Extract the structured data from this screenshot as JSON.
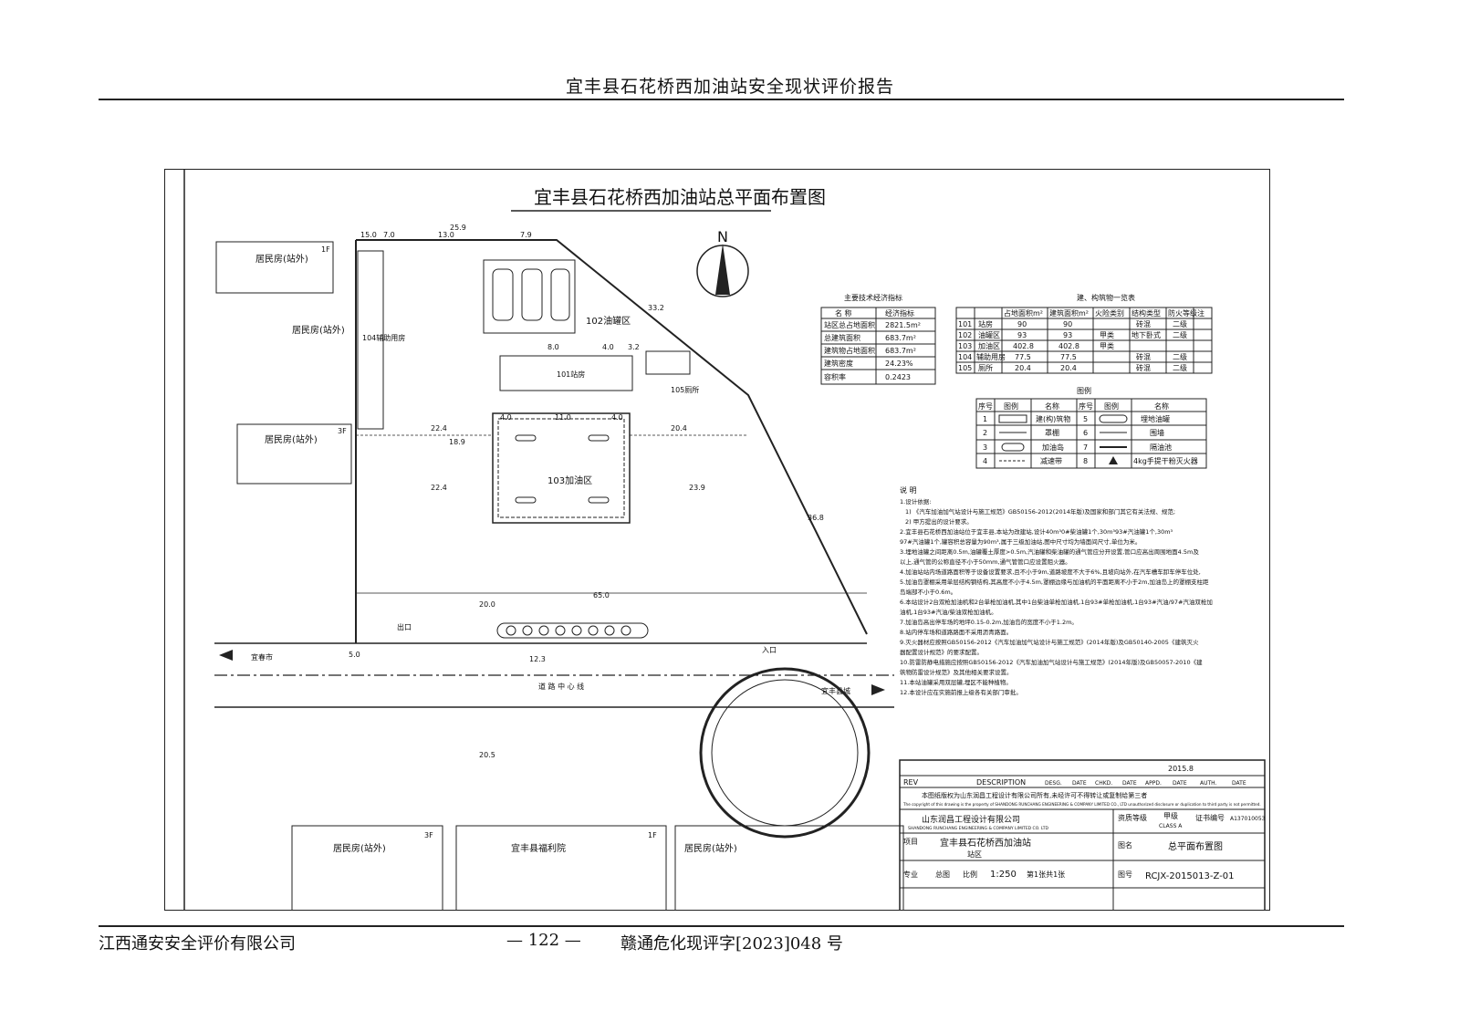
{
  "header": {
    "title": "宜丰县石花桥西加油站安全现状评价报告"
  },
  "footer": {
    "company": "江西通安安全评价有限公司",
    "page": "— 122 —",
    "doc_no": "赣通危化现评字[2023]048 号"
  },
  "drawing": {
    "title": "宜丰县石花桥西加油站总平面布置图",
    "north": "N",
    "areas": {
      "office": "101站房",
      "tank": "102油罐区",
      "fuel": "103加油区",
      "aux": "104辅助用房",
      "toilet": "105厕所"
    },
    "residential": [
      {
        "label": "居民房(站外)",
        "floors": "1F"
      },
      {
        "label": "居民房(站外)",
        "floors": ""
      },
      {
        "label": "居民房(站外)",
        "floors": "3F"
      },
      {
        "label": "居民房(站外)",
        "floors": "3F"
      },
      {
        "label": "宜丰县福利院",
        "floors": "1F"
      },
      {
        "label": "居民房(站外)",
        "floors": ""
      }
    ],
    "dims": {
      "top": "25.9",
      "d1": "15.0",
      "d2": "7.0",
      "d3": "13.0",
      "d4": "7.9",
      "d5": "8.0",
      "d6": "4.0",
      "d7": "3.2",
      "d8": "4.0",
      "d9": "11.0",
      "d10": "4.0",
      "d11": "22.4",
      "d12": "20.4",
      "d13": "18.9",
      "d14": "22.4",
      "d15": "23.9",
      "d16": "65.0",
      "d17": "33.2",
      "d18": "36.8",
      "d19": "20.0",
      "d20": "20.5",
      "d21": "12.3",
      "d22": "5.0"
    },
    "road": {
      "west": "宜春市",
      "east": "宜丰县城",
      "center": "道 路 中 心 线",
      "exit": "出口",
      "entrance": "入口"
    },
    "indicators": {
      "caption": "主要技术经济指标",
      "head": [
        "名 称",
        "经济指标"
      ],
      "rows": [
        [
          "站区总占地面积",
          "2821.5m²"
        ],
        [
          "总建筑面积",
          "683.7m²"
        ],
        [
          "建筑物占地面积",
          "683.7m²"
        ],
        [
          "建筑密度",
          "24.23%"
        ],
        [
          "容积率",
          "0.2423"
        ]
      ]
    },
    "buildings": {
      "caption": "建、构筑物一览表",
      "head": [
        "",
        "名称",
        "占地面积m²",
        "建筑面积m²",
        "火险类别",
        "结构类型",
        "防火等级",
        "注"
      ],
      "rows": [
        [
          "101",
          "站房",
          "90",
          "90",
          "",
          "砖混",
          "二级",
          ""
        ],
        [
          "102",
          "油罐区",
          "93",
          "93",
          "甲类",
          "地下卧式",
          "二级",
          ""
        ],
        [
          "103",
          "加油区",
          "402.8",
          "402.8",
          "甲类",
          "",
          "",
          ""
        ],
        [
          "104",
          "辅助用房",
          "77.5",
          "77.5",
          "",
          "砖混",
          "二级",
          ""
        ],
        [
          "105",
          "厕所",
          "20.4",
          "20.4",
          "",
          "砖混",
          "二级",
          ""
        ]
      ]
    },
    "legend": {
      "caption": "图例",
      "head": [
        "序号",
        "图例",
        "名称",
        "序号",
        "图例",
        "名称"
      ],
      "rows": [
        [
          "1",
          "",
          "建(构)筑物",
          "5",
          "",
          "埋地油罐"
        ],
        [
          "2",
          "",
          "罩棚",
          "6",
          "",
          "围墙"
        ],
        [
          "3",
          "",
          "加油岛",
          "7",
          "",
          "隔油池"
        ],
        [
          "4",
          "",
          "减速带",
          "8",
          "",
          "4kg手提干粉灭火器"
        ]
      ]
    },
    "notes": {
      "title": "说 明",
      "lines": [
        "1.设计依据:",
        "1) 《汽车加油加气站设计与施工规范》GB50156-2012(2014年版)及国家和部门其它有关法规、规范;",
        "2) 甲方提出的设计要求。",
        "2.宜丰县石花桥西加油站位于宜丰县,本站为改建站,设计40m³0#柴油罐1个,30m³93#汽油罐1个,30m³",
        "97#汽油罐1个,罐容积总容量为90m³,属于三级加油站,图中尺寸均为墙面间尺寸,单位为米。",
        "3.埋地油罐之间距离0.5m,油罐覆土厚度>0.5m,汽油罐和柴油罐的通气管应分开设置,管口应高出周围地面4.5m及",
        "以上,通气管的公称直径不小于50mm,通气管管口应设置阻火器。",
        "4.加油站站内场道路面积等于设备设置要求,且不小于9m,道路坡度不大于6%,且坡向站外,在汽车槽车卸车停车位处,",
        "5.加油岛罩棚采用单层结构钢结构,其高度不小于4.5m,罩棚边缘与加油机的平面距离不小于2m,加油岛上的罩棚支柱距",
        "岛端部不小于0.6m。",
        "6.本站设计2台双枪加油机和2台单枪加油机,其中1台柴油单枪加油机,1台93#单枪加油机,1台93#汽油/97#汽油双枪加",
        "油机,1台93#汽油/柴油双枪加油机。",
        "7.加油岛高出停车场的地坪0.15-0.2m,加油岛的宽度不小于1.2m。",
        "8.站内停车场和道路路面不采用沥青路面。",
        "9.灭火器材应按照GB50156-2012《汽车加油加气站设计与施工规范》(2014年版)及GB50140-2005《建筑灭火",
        "器配置设计规范》的要求配置。",
        "10.防雷防静电措施应按照GB50156-2012《汽车加油加气站设计与施工规范》(2014年版)及GB50057-2010《建",
        "筑物防雷设计规范》及其他相关要求设置。",
        "11.本站油罐采用双层罐,埋区不能种植物。",
        "12.本设计应在实施前报上级各有关部门审批。"
      ]
    },
    "titleblock": {
      "rev": "REV",
      "description": "DESCRIPTION",
      "cols": [
        "DESG.",
        "DATE",
        "CHKD.",
        "DATE",
        "APPD.",
        "DATE",
        "AUTH.",
        "DATE"
      ],
      "copyright_cn": "本图纸版权为山东润昌工程设计有限公司所有,未经许可不得转让或复制给第三者",
      "copyright_en": "The copyright of this drawing is the property of SHANDONG RUNCHANG ENGINEERING & COMPANY LIMITED CO., LTD unauthorized disclosure or duplication to third party is not permitted.",
      "company_cn": "山东润昌工程设计有限公司",
      "company_en": "SHANDONG RUNCHANG ENGINEERING & COMPANY LIMITED CO. LTD",
      "qual_label": "资质等级",
      "qual_value": "甲级",
      "qual_class": "CLASS A",
      "cert_label": "证书编号",
      "cert_no": "A137010053",
      "proj_label": "项目",
      "proj_name": "宜丰县石花桥西加油站",
      "sub_label": "站区",
      "drawing_label": "图名",
      "drawing_name": "总平面布置图",
      "spec_label": "专业",
      "spec_value": "总图",
      "scale_label": "比例",
      "scale_value": "1:250",
      "sheet": "第1张共1张",
      "no_label": "图号",
      "no_value": "RCJX-2015013-Z-01",
      "date": "2015.8"
    }
  }
}
